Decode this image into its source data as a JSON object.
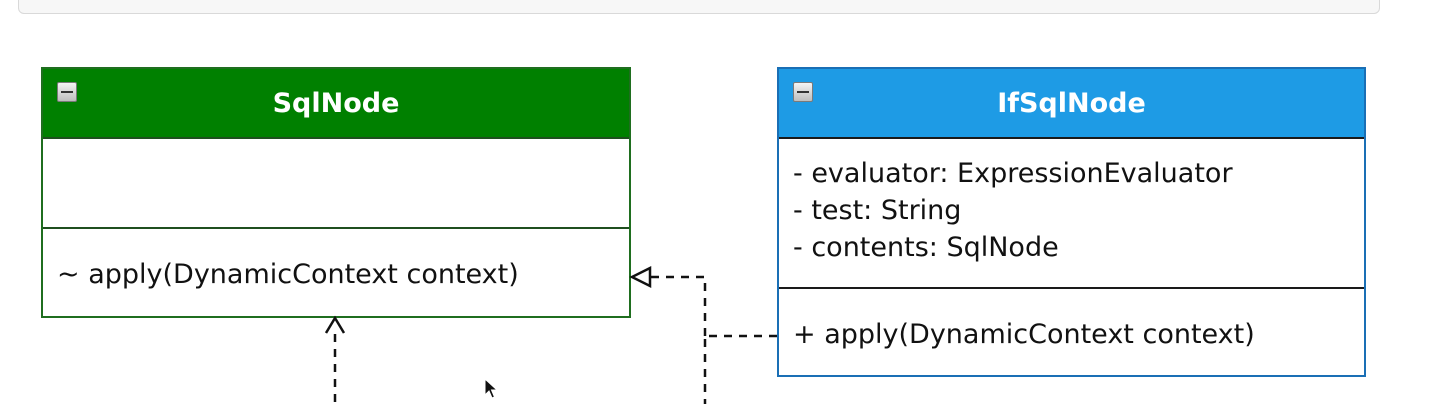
{
  "diagram": {
    "sqlnode": {
      "name": "SqlNode",
      "header_color": "#008000",
      "attributes": [],
      "operations": [
        "~ apply(DynamicContext context)"
      ]
    },
    "ifsqlnode": {
      "name": "IfSqlNode",
      "header_color": "#1e9be5",
      "attributes": [
        "- evaluator:  ExpressionEvaluator",
        "- test:  String",
        "- contents:  SqlNode"
      ],
      "operations": [
        "+ apply(DynamicContext context)"
      ]
    },
    "relations": [
      {
        "type": "realization",
        "from": "IfSqlNode",
        "to": "SqlNode",
        "style": "dashed"
      },
      {
        "type": "realization",
        "from": "below",
        "to": "SqlNode",
        "style": "dashed"
      }
    ]
  },
  "icons": {
    "collapse": "collapse-icon",
    "cursor": "mouse-pointer-icon"
  }
}
